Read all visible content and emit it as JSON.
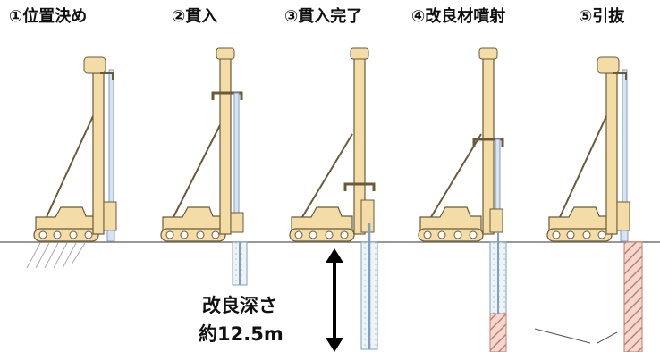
{
  "steps": [
    {
      "label": "①位置決め"
    },
    {
      "label": "②貫入"
    },
    {
      "label": "③貫入完了"
    },
    {
      "label": "④改良材噴射"
    },
    {
      "label": "⑤引抜"
    }
  ],
  "depth": {
    "line1": "改良深さ",
    "line2": "約12.5m"
  },
  "colors": {
    "machine": "#f3dca6",
    "outline": "#6b5a3a",
    "ground": "#777777",
    "improved": "#d9a095",
    "hatch": "#c77d6c",
    "rod": "#7f9fc4"
  }
}
